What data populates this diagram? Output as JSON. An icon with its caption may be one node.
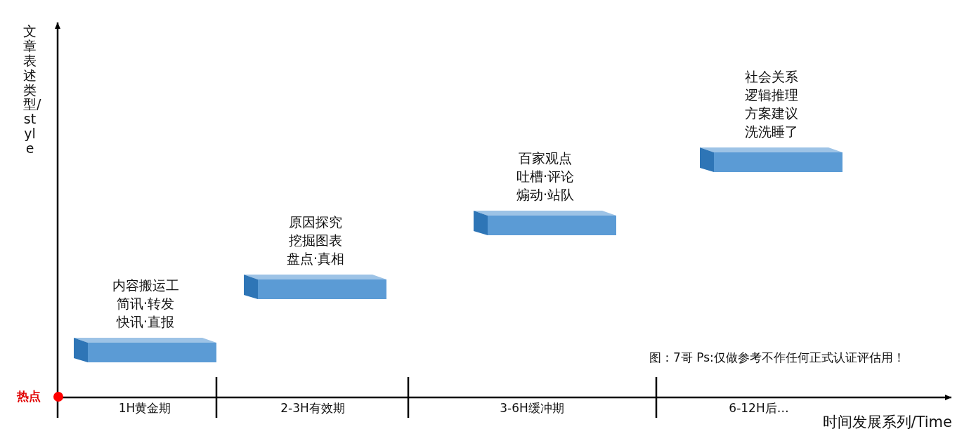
{
  "diagram": {
    "nodes": [
      {
        "text": [
          "内容搬运工",
          "简讯·转发",
          "快讯·直报"
        ]
      },
      {
        "text": [
          "原因探究",
          "挖掘图表",
          "盘点·真相"
        ]
      },
      {
        "text": [
          "百家观点",
          "吐槽·评论",
          "煽动·站队"
        ]
      },
      {
        "text": [
          "社会关系",
          "逻辑推理",
          "方案建议",
          "洗洗睡了"
        ]
      }
    ],
    "labels": [
      "文章表述类型/style",
      "图：7哥  Ps:仅做参考不作任何正式认证评估用！",
      "热点",
      "1H黄金期",
      "2-3H有效期",
      "3-6H缓冲期",
      "6-12H后…",
      "时间发展系列/Time"
    ]
  }
}
